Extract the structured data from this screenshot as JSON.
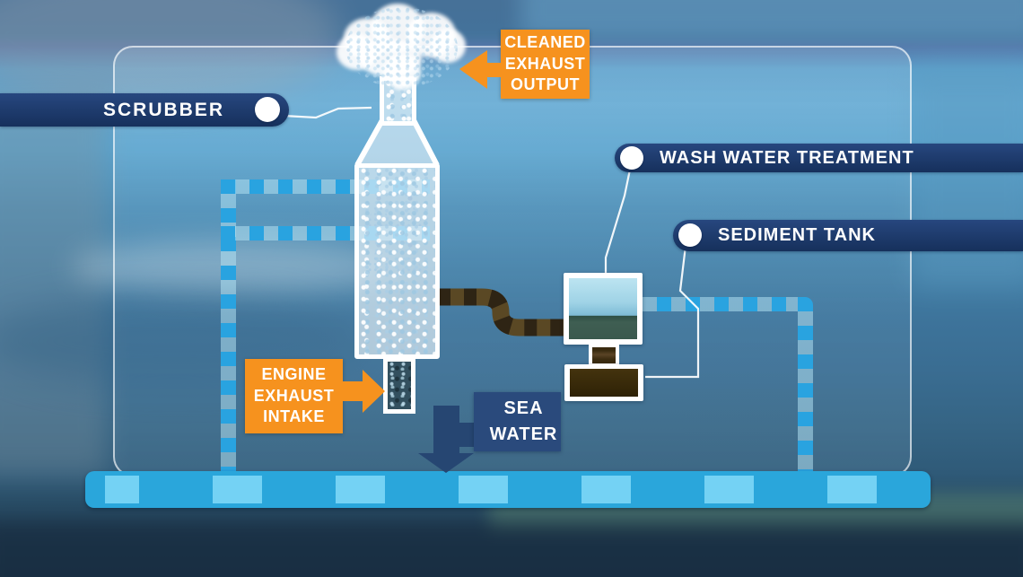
{
  "labels": {
    "scrubber": "SCRUBBER",
    "cleaned_exhaust_output": {
      "lines": [
        "CLEANED",
        "EXHAUST",
        "OUTPUT"
      ]
    },
    "wash_water_treatment": "WASH WATER TREATMENT",
    "sediment_tank": "SEDIMENT TANK",
    "engine_exhaust_intake": {
      "lines": [
        "ENGINE",
        "EXHAUST",
        "INTAKE"
      ]
    },
    "sea_water": {
      "lines": [
        "SEA",
        "WATER"
      ]
    }
  },
  "colors": {
    "banner_navy": "#1d3a6d",
    "sea_water_navy": "#2a4a7c",
    "label_orange": "#f6921e",
    "pipe_dash_blue": "#29a3e0",
    "pipe_base_blue": "#aee0f2",
    "sea_pipe_blue": "#2aa6db",
    "sea_pipe_dash": "#74d2f4",
    "exhaust_pipe_brown": "#5a4824",
    "exhaust_pipe_dash": "#2e2414",
    "sediment_brown": "#3a2a0c",
    "treatment_water_light": "#a9dcee",
    "treatment_water_dark": "#3f5e52",
    "tower_outline_white": "#ffffff"
  }
}
